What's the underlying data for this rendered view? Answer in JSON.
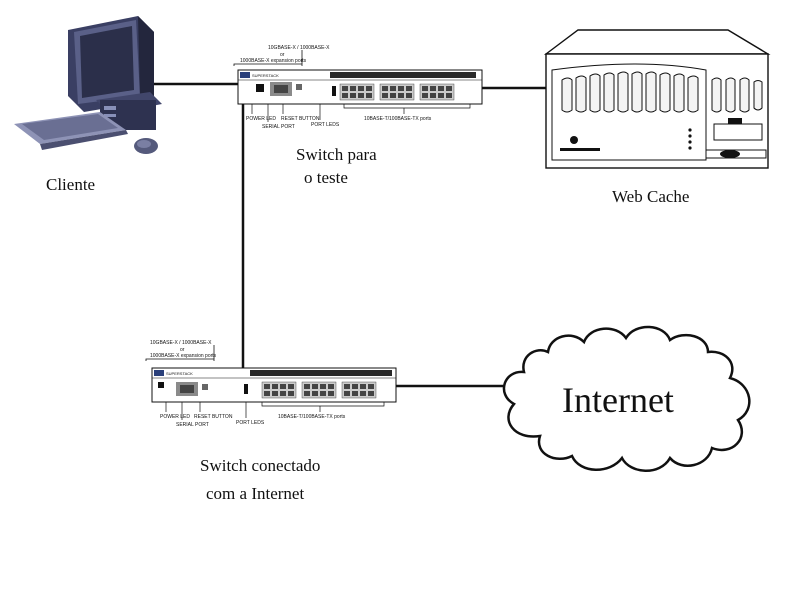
{
  "labels": {
    "cliente": "Cliente",
    "switch_teste_line1": "Switch para",
    "switch_teste_line2": "o teste",
    "web_cache": "Web Cache",
    "switch_internet_line1": "Switch conectado",
    "switch_internet_line2": "com a Internet",
    "internet": "Internet"
  },
  "switch_markings": {
    "top_line1": "10GBASE-X / 1000BASE-X",
    "top_line2": "or",
    "top_line3": "1000BASE-X expansion ports",
    "model": "SUPERSTACK",
    "power_led": "POWER LED",
    "console": "SERIAL PORT",
    "reset": "RESET BUTTON",
    "port_leds": "PORT LEDS",
    "ports": "10BASE-T/100BASE-TX ports"
  }
}
